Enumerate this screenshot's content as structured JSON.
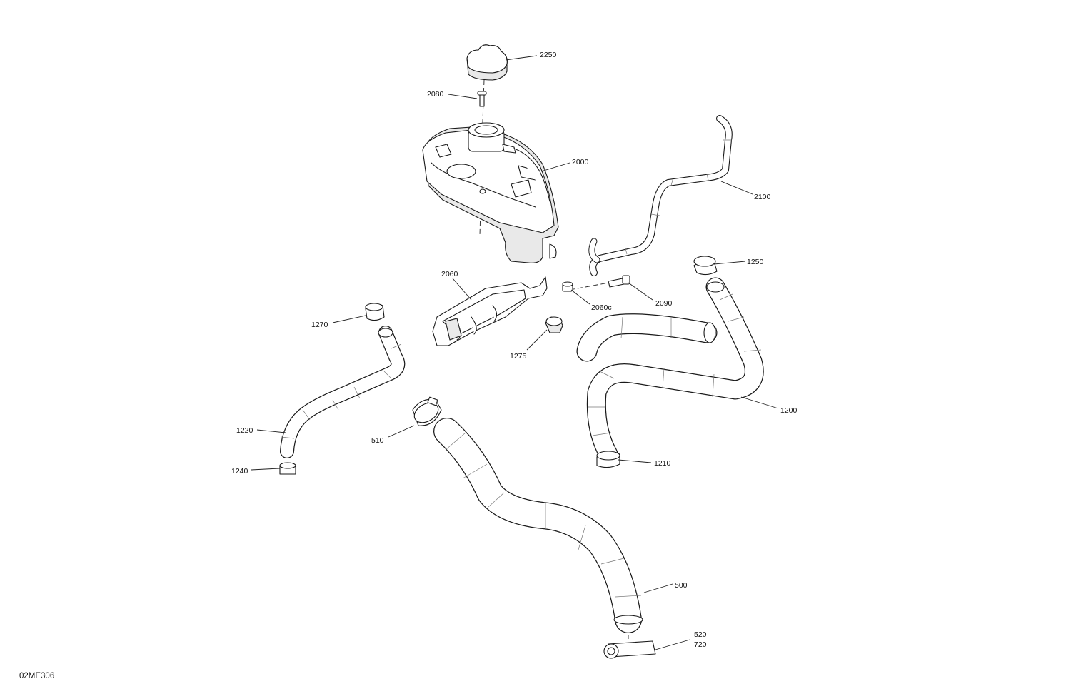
{
  "reference_code": "02ME306",
  "callouts": {
    "c2250": "2250",
    "c2080": "2080",
    "c2000": "2000",
    "c2100": "2100",
    "c2060": "2060",
    "c2060c": "2060c",
    "c2090": "2090",
    "c1250": "1250",
    "c1270": "1270",
    "c1275": "1275",
    "c1200": "1200",
    "c1220": "1220",
    "c510": "510",
    "c1210": "1210",
    "c1240": "1240",
    "c500": "500",
    "c520": "520",
    "c720": "720"
  }
}
